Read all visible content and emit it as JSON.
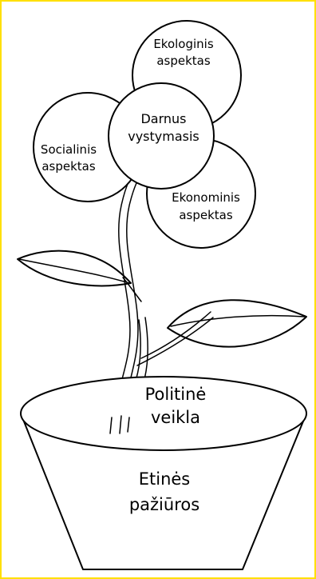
{
  "petals": {
    "ecological": [
      "Ekologinis",
      "aspektas"
    ],
    "social": [
      "Socialinis",
      "aspektas"
    ],
    "center": [
      "Darnus",
      "vystymasis"
    ],
    "economic": [
      "Ekonominis",
      "aspektas"
    ]
  },
  "pot": {
    "rim": [
      "Politinė",
      "veikla"
    ],
    "body": [
      "Etinės",
      "pažiūros"
    ]
  },
  "colors": {
    "frame": "#ffe000",
    "line": "#000000",
    "background": "#ffffff"
  }
}
